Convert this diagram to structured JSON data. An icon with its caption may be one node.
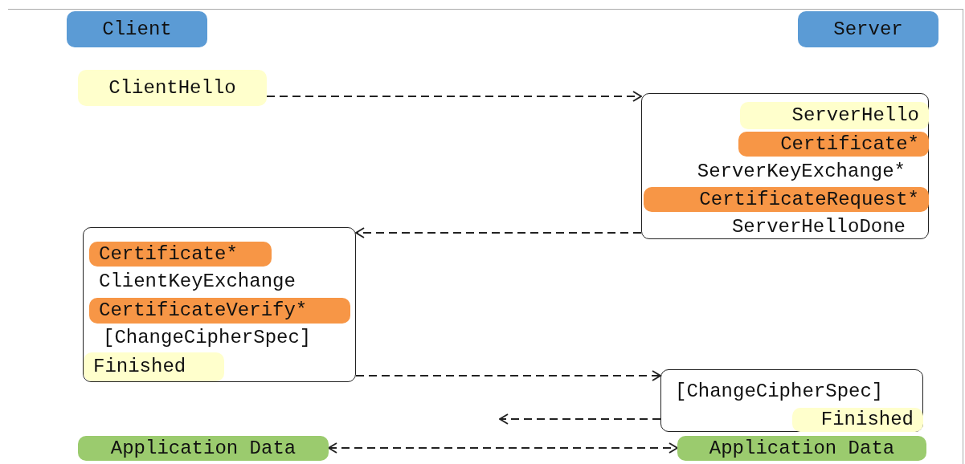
{
  "diagram": {
    "nodes": [
      {
        "text": [
          "Client"
        ]
      },
      {
        "text": [
          "Server"
        ]
      },
      {
        "text": [
          "ClientHello"
        ]
      },
      {
        "text": [],
        "shape": "box"
      },
      {
        "text": [
          "ServerHello"
        ],
        "in": 3
      },
      {
        "text": [
          "Certificate*"
        ],
        "in": 3
      },
      {
        "text": [
          "ServerKeyExchange*"
        ],
        "in": 3
      },
      {
        "text": [
          "CertificateRequest*"
        ],
        "in": 3
      },
      {
        "text": [
          "ServerHelloDone"
        ],
        "in": 3
      },
      {
        "text": [],
        "shape": "box"
      },
      {
        "text": [
          "Certificate*"
        ],
        "in": 9
      },
      {
        "text": [
          "ClientKeyExchange"
        ],
        "in": 9
      },
      {
        "text": [
          "CertificateVerify*"
        ],
        "in": 9
      },
      {
        "text": [
          "[ChangeCipherSpec]"
        ],
        "in": 9
      },
      {
        "text": [
          "Finished"
        ],
        "in": 9
      },
      {
        "text": [],
        "shape": "box"
      },
      {
        "text": [
          "[ChangeCipherSpec]"
        ],
        "in": 15
      },
      {
        "text": [
          "Finished"
        ],
        "in": 15
      },
      {
        "text": [
          "Application Data"
        ]
      },
      {
        "text": [
          "Application Data"
        ]
      }
    ],
    "edges": [
      {
        "from": 2,
        "to": 3,
        "arrow": "to",
        "style": "dashed"
      },
      {
        "from": 3,
        "to": 9,
        "arrow": "to",
        "style": "dashed"
      },
      {
        "from": 9,
        "to": 15,
        "arrow": "to",
        "style": "dashed"
      },
      {
        "from": 15,
        "to": null,
        "arrow": "to",
        "style": "dashed"
      },
      {
        "from": 18,
        "to": 19,
        "arrow": "both",
        "style": "dashed"
      }
    ]
  }
}
